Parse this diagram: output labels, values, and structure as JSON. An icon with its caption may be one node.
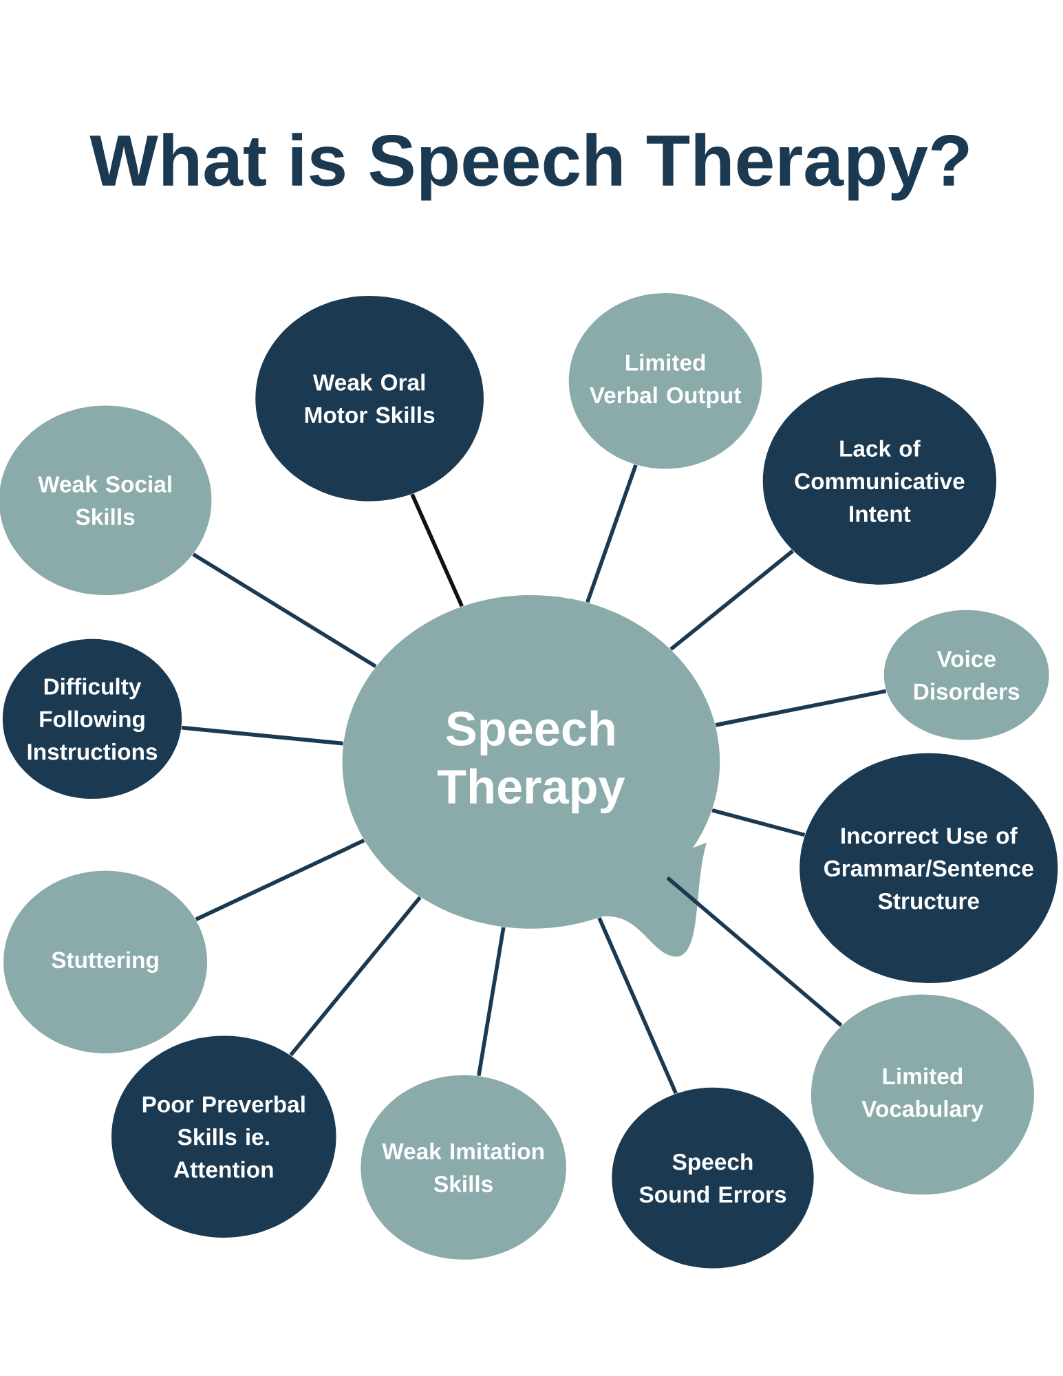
{
  "diagram": {
    "title": "What is Speech Therapy?",
    "nodes": [
      {
        "text": [
          "Speech Therapy"
        ]
      },
      {
        "text": [
          "Weak Oral Motor Skills"
        ]
      },
      {
        "text": [
          "Limited Verbal Output"
        ]
      },
      {
        "text": [
          "Weak Social Skills"
        ]
      },
      {
        "text": [
          "Lack of Communicative Intent"
        ]
      },
      {
        "text": [
          "Difficulty Following Instructions"
        ]
      },
      {
        "text": [
          "Voice Disorders"
        ]
      },
      {
        "text": [
          "Incorrect Use of Grammar/Sentence Structure"
        ]
      },
      {
        "text": [
          "Stuttering"
        ]
      },
      {
        "text": [
          "Limited Vocabulary"
        ]
      },
      {
        "text": [
          "Poor Preverbal Skills ie. Attention"
        ]
      },
      {
        "text": [
          "Weak Imitation Skills"
        ]
      },
      {
        "text": [
          "Speech Sound Errors"
        ]
      }
    ],
    "edges": [
      {
        "from": 0,
        "to": 1,
        "arrow": "none",
        "color": "#111111"
      },
      {
        "from": 0,
        "to": 2,
        "arrow": "none"
      },
      {
        "from": 0,
        "to": 3,
        "arrow": "none"
      },
      {
        "from": 0,
        "to": 4,
        "arrow": "none"
      },
      {
        "from": 0,
        "to": 5,
        "arrow": "none"
      },
      {
        "from": 0,
        "to": 6,
        "arrow": "none"
      },
      {
        "from": 0,
        "to": 7,
        "arrow": "none"
      },
      {
        "from": 0,
        "to": 8,
        "arrow": "none"
      },
      {
        "from": 0,
        "to": 9,
        "arrow": "none"
      },
      {
        "from": 0,
        "to": 10,
        "arrow": "none"
      },
      {
        "from": 0,
        "to": 11,
        "arrow": "none"
      },
      {
        "from": 0,
        "to": 12,
        "arrow": "none"
      }
    ]
  }
}
